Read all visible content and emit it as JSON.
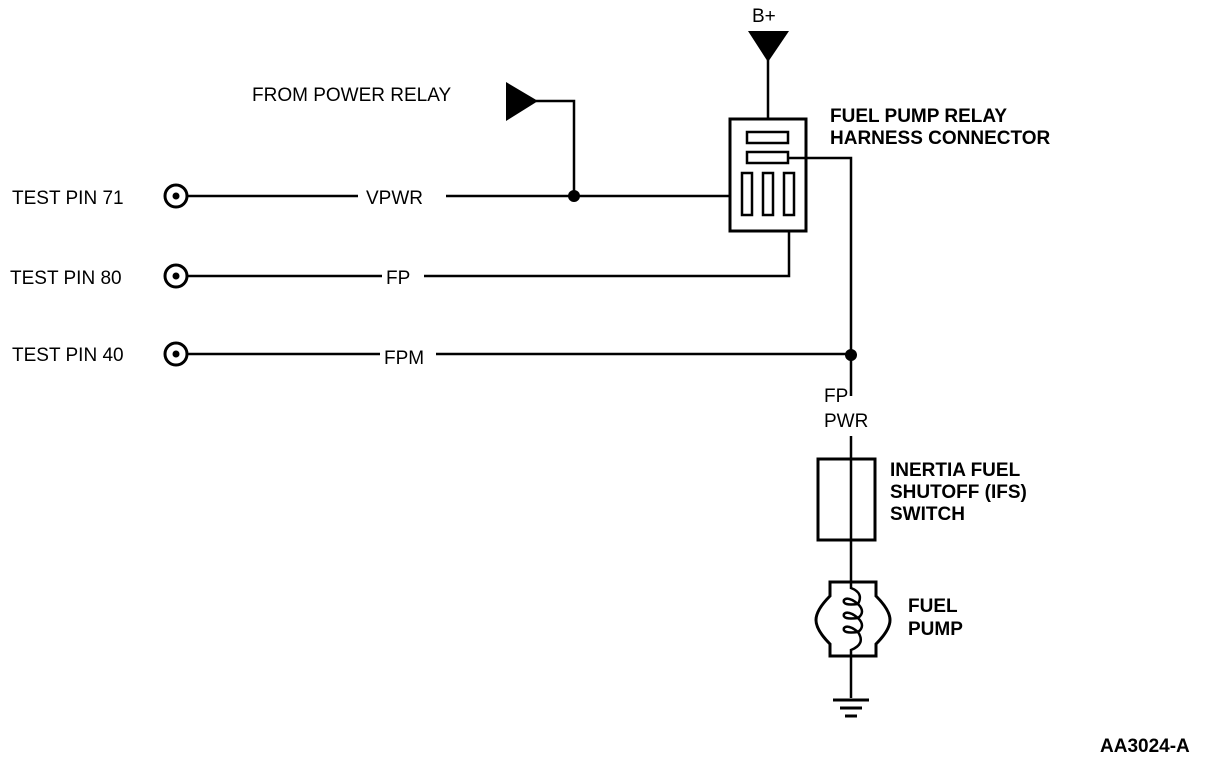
{
  "diagram": {
    "figure_id": "AA3024-A",
    "colors": {
      "ink": "#000000",
      "background": "#ffffff"
    },
    "test_pins": [
      {
        "label": "TEST PIN 71",
        "circuit": "VPWR"
      },
      {
        "label": "TEST PIN 80",
        "circuit": "FP"
      },
      {
        "label": "TEST PIN 40",
        "circuit": "FPM"
      }
    ],
    "sources": {
      "battery": "B+",
      "power_relay": "FROM POWER RELAY"
    },
    "components": {
      "relay_connector": {
        "line1": "FUEL PUMP RELAY",
        "line2": "HARNESS CONNECTOR"
      },
      "fp_pwr": {
        "line1": "FP",
        "line2": "PWR"
      },
      "ifs_switch": {
        "line1": "INERTIA FUEL",
        "line2": "SHUTOFF (IFS)",
        "line3": "SWITCH"
      },
      "fuel_pump": {
        "line1": "FUEL",
        "line2": "PUMP"
      }
    }
  }
}
